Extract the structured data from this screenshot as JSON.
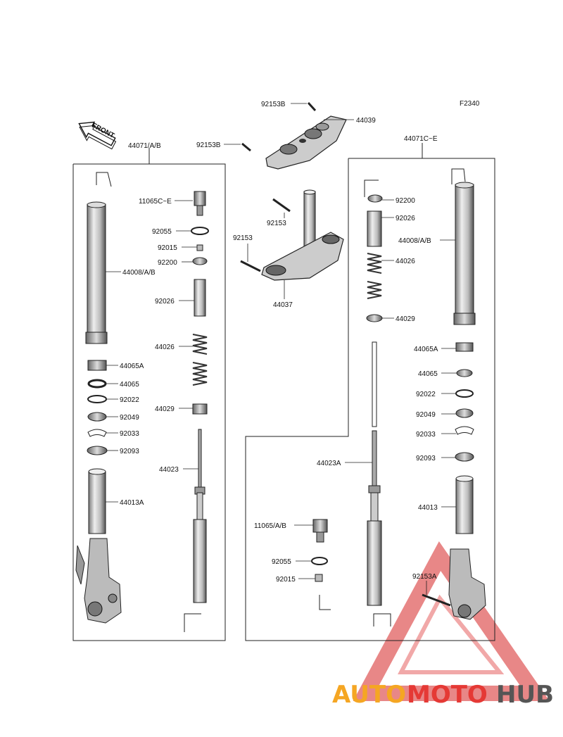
{
  "diagram_code": "F2340",
  "front_label": "FRONT",
  "groups": {
    "left": "44071/A/B",
    "right": "44071C~E"
  },
  "labels": {
    "p92153B_top": "92153B",
    "p44039": "44039",
    "p92153B_left": "92153B",
    "p92153_a": "92153",
    "p92153_b": "92153",
    "p44037": "44037",
    "p11065CE": "11065C~E",
    "p92055_l": "92055",
    "p92015_l": "92015",
    "p92200_l": "92200",
    "p92026_l": "92026",
    "p44026_l": "44026",
    "p44029_l": "44029",
    "p44023_l": "44023",
    "p44008_l": "44008/A/B",
    "p44065A_l": "44065A",
    "p44065_l": "44065",
    "p92022_l": "92022",
    "p92049_l": "92049",
    "p92033_l": "92033",
    "p92093_l": "92093",
    "p44013A_l": "44013A",
    "p92200_r": "92200",
    "p92026_r": "92026",
    "p44026_r": "44026",
    "p44029_r": "44029",
    "p44008_r": "44008/A/B",
    "p44065A_r": "44065A",
    "p44065_r": "44065",
    "p92022_r": "92022",
    "p92049_r": "92049",
    "p92033_r": "92033",
    "p92093_r": "92093",
    "p44013_r": "44013",
    "p44023A": "44023A",
    "p11065AB": "11065/A/B",
    "p92055_r": "92055",
    "p92015_r": "92015",
    "p92153A": "92153A"
  },
  "watermark": {
    "part1": "AUTO",
    "part2": "MOTO",
    "part3": "HUB",
    "color1": "#f5a623",
    "color2": "#e53935",
    "color3": "#555555"
  }
}
